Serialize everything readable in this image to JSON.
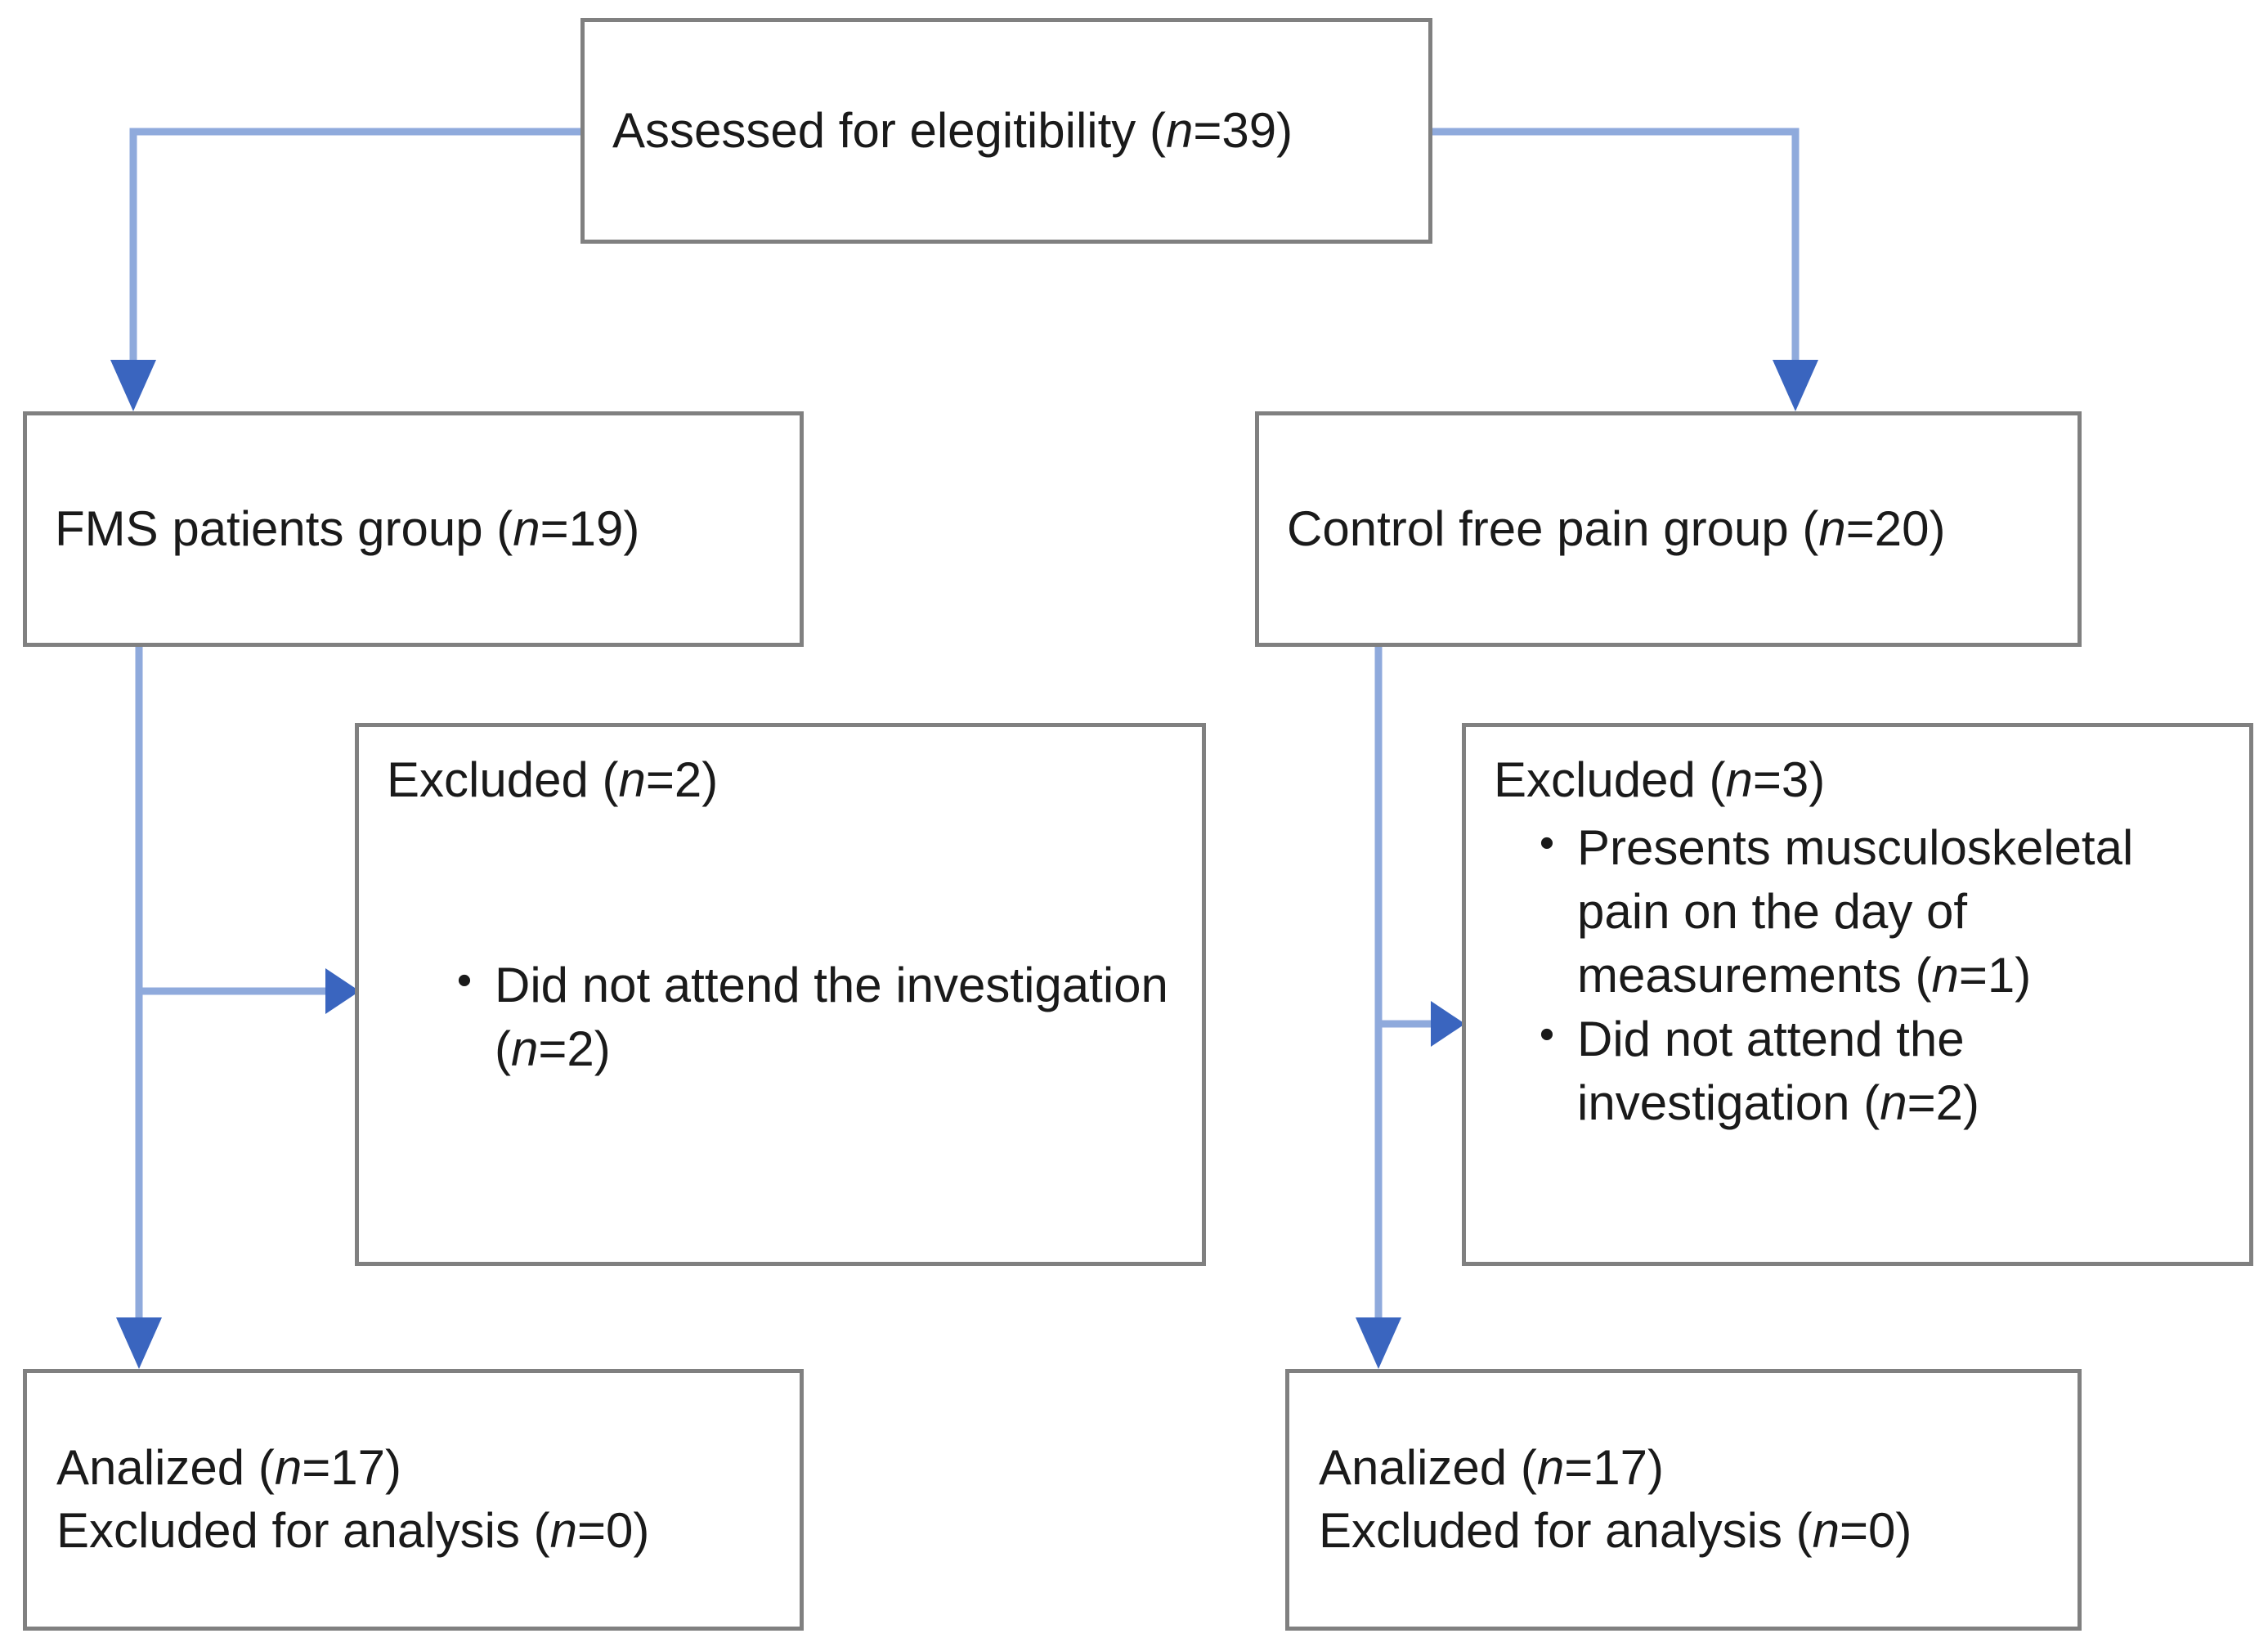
{
  "diagram": {
    "title": "Participant flow diagram",
    "line_color": "#8FAADC",
    "arrow_color": "#3A65BF",
    "box_border_color": "#808080",
    "text_color": "#1A1A1A",
    "background_color": "#FFFFFF"
  },
  "nodes": {
    "assessed": {
      "name": "assessed-for-eligibility",
      "text_prefix": "Assessed for elegitibility (",
      "n_symbol": "n",
      "text_suffix": "=39)"
    },
    "fms_group": {
      "name": "fms-patients-group",
      "text_prefix": "FMS patients group (",
      "n_symbol": "n",
      "text_suffix": "=19)"
    },
    "control_group": {
      "name": "control-free-pain-group",
      "text_prefix": "Control free pain group (",
      "n_symbol": "n",
      "text_suffix": "=20)"
    },
    "excluded_left": {
      "name": "excluded-fms",
      "title_prefix": "Excluded (",
      "n_symbol": "n",
      "title_suffix": "=2)",
      "bullets": [
        {
          "marker": "•",
          "text_prefix": "Did not attend the investigation (",
          "n_symbol": "n",
          "text_suffix": "=2)"
        }
      ]
    },
    "excluded_right": {
      "name": "excluded-control",
      "title_prefix": "Excluded (",
      "n_symbol": "n",
      "title_suffix": "=3)",
      "bullets": [
        {
          "marker": "•",
          "text_prefix": "Presents musculoskeletal pain on the day of measurements (",
          "n_symbol": "n",
          "text_suffix": "=1)"
        },
        {
          "marker": "•",
          "text_prefix": "Did not attend the investigation (",
          "n_symbol": "n",
          "text_suffix": "=2)"
        }
      ]
    },
    "analyzed_left": {
      "name": "analyzed-fms",
      "line1_prefix": "Analized (",
      "line1_n": "n",
      "line1_suffix": "=17)",
      "line2_prefix": "Excluded for analysis (",
      "line2_n": "n",
      "line2_suffix": "=0)"
    },
    "analyzed_right": {
      "name": "analyzed-control",
      "line1_prefix": "Analized (",
      "line1_n": "n",
      "line1_suffix": "=17)",
      "line2_prefix": "Excluded for analysis (",
      "line2_n": "n",
      "line2_suffix": "=0)"
    }
  },
  "connectors": [
    {
      "name": "assessed-to-fms",
      "from": "assessed",
      "to": "fms_group",
      "style": "elbow-left-down"
    },
    {
      "name": "assessed-to-control",
      "from": "assessed",
      "to": "control_group",
      "style": "elbow-right-down"
    },
    {
      "name": "fms-to-excluded",
      "from": "fms_group",
      "to": "excluded_left",
      "style": "branch-right"
    },
    {
      "name": "fms-to-analyzed",
      "from": "fms_group",
      "to": "analyzed_left",
      "style": "straight-down"
    },
    {
      "name": "control-to-excluded",
      "from": "control_group",
      "to": "excluded_right",
      "style": "branch-right"
    },
    {
      "name": "control-to-analyzed",
      "from": "control_group",
      "to": "analyzed_right",
      "style": "straight-down"
    }
  ]
}
